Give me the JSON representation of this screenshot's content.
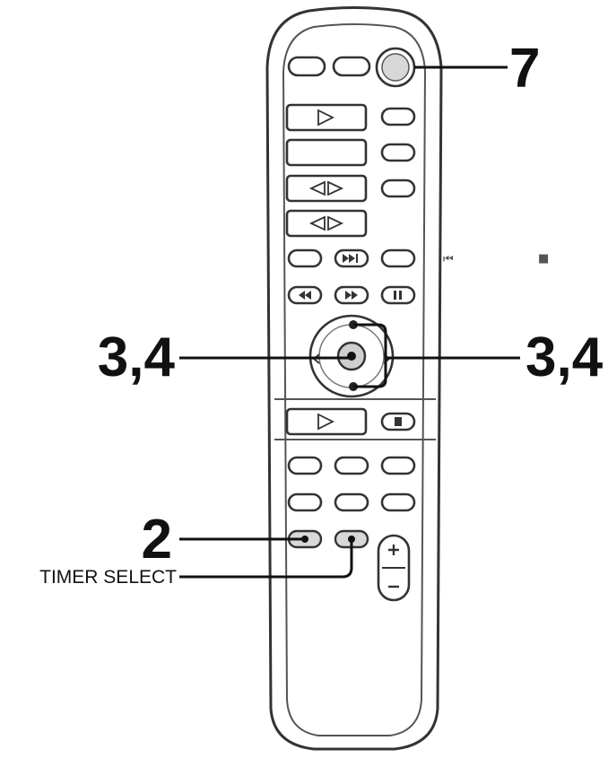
{
  "callouts": {
    "power": "7",
    "left_joystick": "3,4",
    "right_joystick": "3,4",
    "clock_set": "2",
    "timer_select": "TIMER SELECT"
  },
  "legend": {
    "prev_glyph": "⏮",
    "stop_glyph": "■"
  },
  "colors": {
    "body_fill": "#ffffff",
    "outline": "#333333",
    "highlight_gray": "#d8d8d8"
  }
}
